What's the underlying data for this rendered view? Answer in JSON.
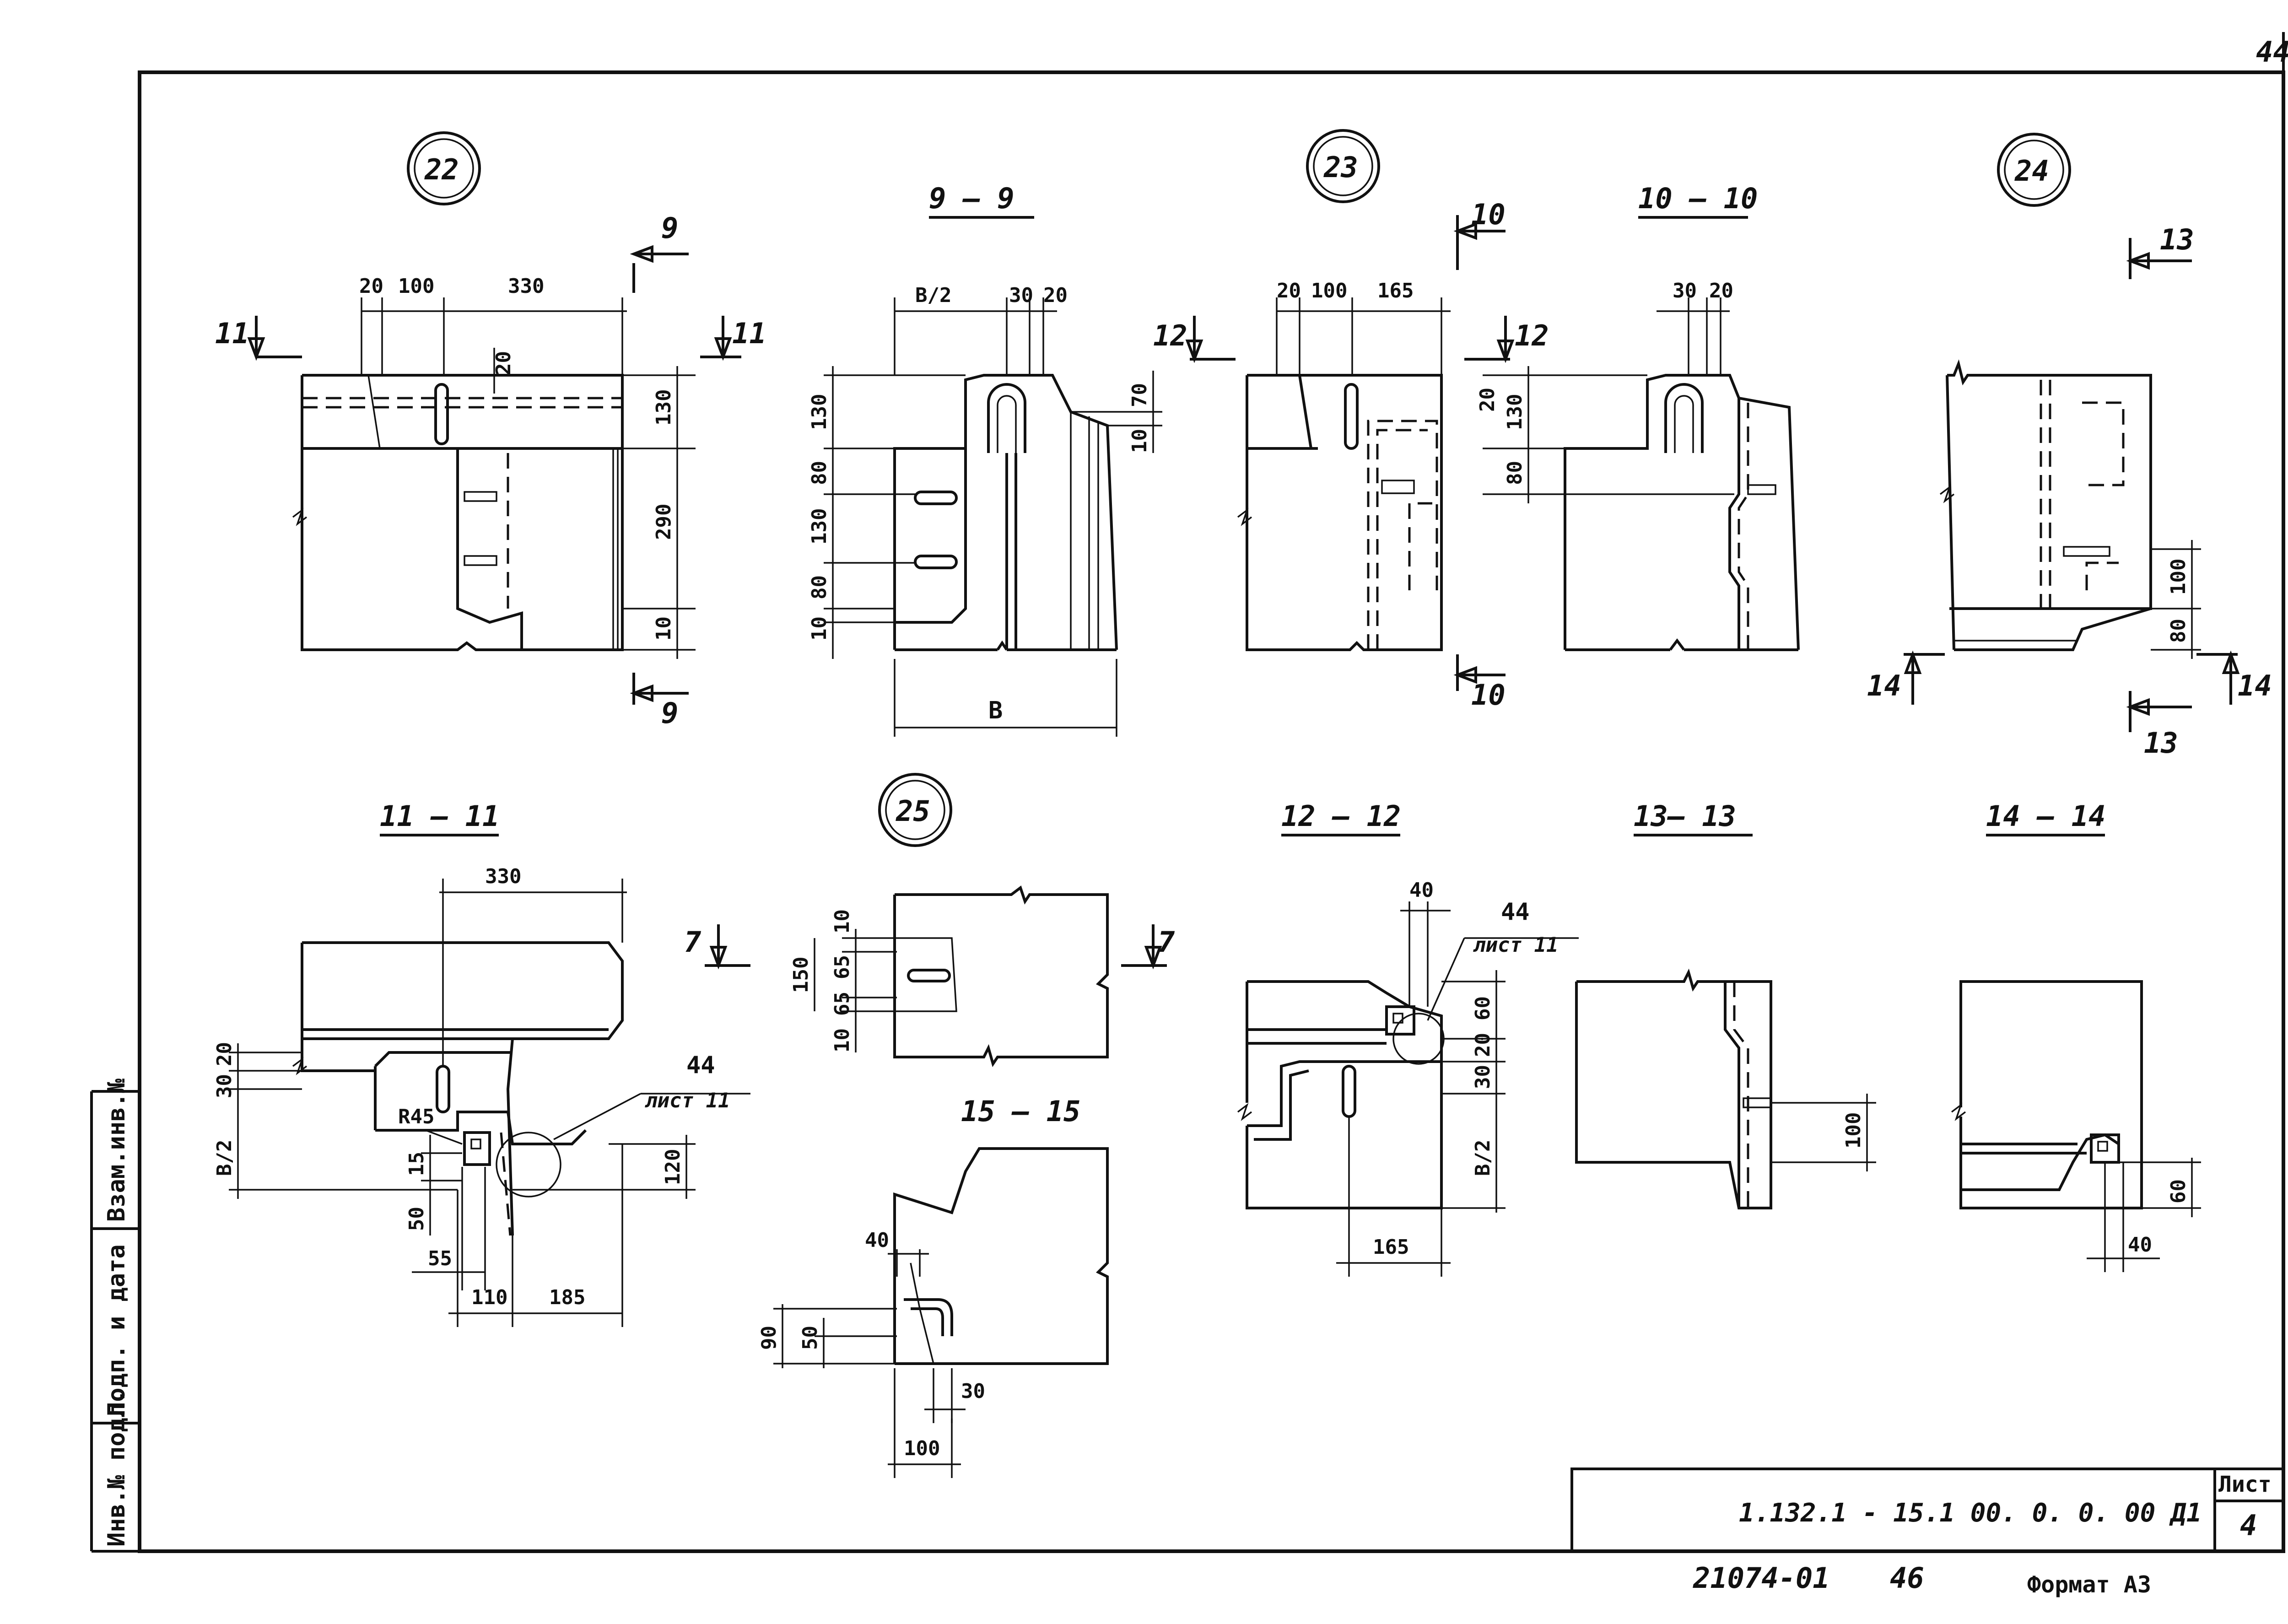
{
  "sheet_corner_number": "44",
  "callouts": {
    "c22": "22",
    "c23": "23",
    "c24": "24",
    "c25": "25"
  },
  "section_titles": {
    "s9": "9 — 9",
    "s10": "10 — 10",
    "s11": "11 — 11",
    "s12": "12 — 12",
    "s13": "13— 13",
    "s14": "14 — 14",
    "s15": "15 — 15"
  },
  "section_marks": {
    "m9": "9",
    "m10": "10",
    "m11": "11",
    "m12": "12",
    "m13": "13",
    "m14": "14",
    "m7": "7"
  },
  "dimensions": {
    "d20": "20",
    "d100": "100",
    "d330": "330",
    "d130": "130",
    "d290": "290",
    "d10": "10",
    "dB2": "B/2",
    "d30": "30",
    "d80": "80",
    "d70": "70",
    "dB": "B",
    "d165": "165",
    "d60": "60",
    "d120": "120",
    "d15": "15",
    "d50": "50",
    "d55": "55",
    "d110": "110",
    "d185": "185",
    "dR45": "R45",
    "d150": "150",
    "d65": "65",
    "d40": "40",
    "d90": "90"
  },
  "references": {
    "ref_num": "44",
    "ref_sheet": "лист 11"
  },
  "side_stamp": {
    "inv_podl": "Инв.№ подл.",
    "podp_data": "Подп. и дата",
    "vzam_inv": "Взам.инв.№"
  },
  "title_block": {
    "designation": "1.132.1 - 15.1    00. 0. 0. 00 Д1",
    "sheet_label": "Лист",
    "sheet_number": "4"
  },
  "footer": {
    "code": "21074-01",
    "page": "46",
    "format": "Формат А3"
  }
}
